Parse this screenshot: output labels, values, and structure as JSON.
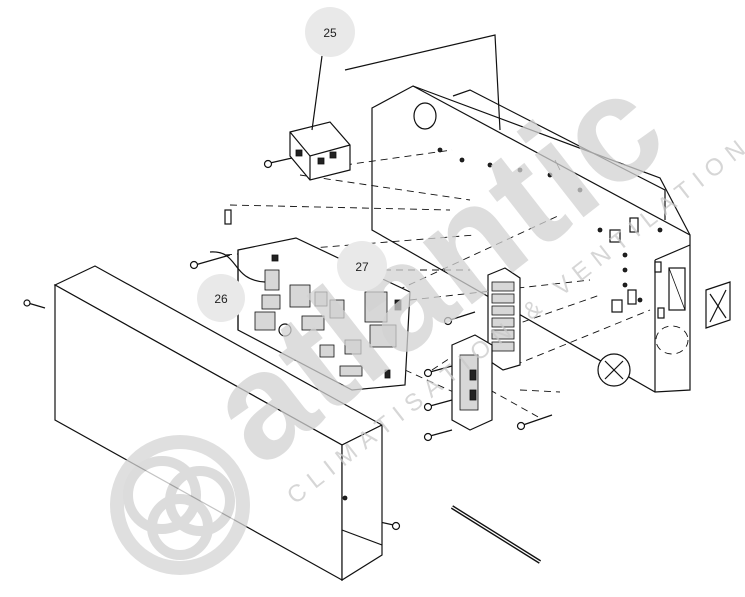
{
  "diagram": {
    "callouts": [
      {
        "id": "callout-25",
        "label": "25"
      },
      {
        "id": "callout-26",
        "label": "26"
      },
      {
        "id": "callout-27",
        "label": "27"
      }
    ],
    "watermark": {
      "brand": "atlantic",
      "tagline": "CLIMATISATION & VENTILATION"
    },
    "colors": {
      "lines": "#111111",
      "callout_fill": "#e9e9e9",
      "watermark": "#d0d0d0"
    }
  }
}
